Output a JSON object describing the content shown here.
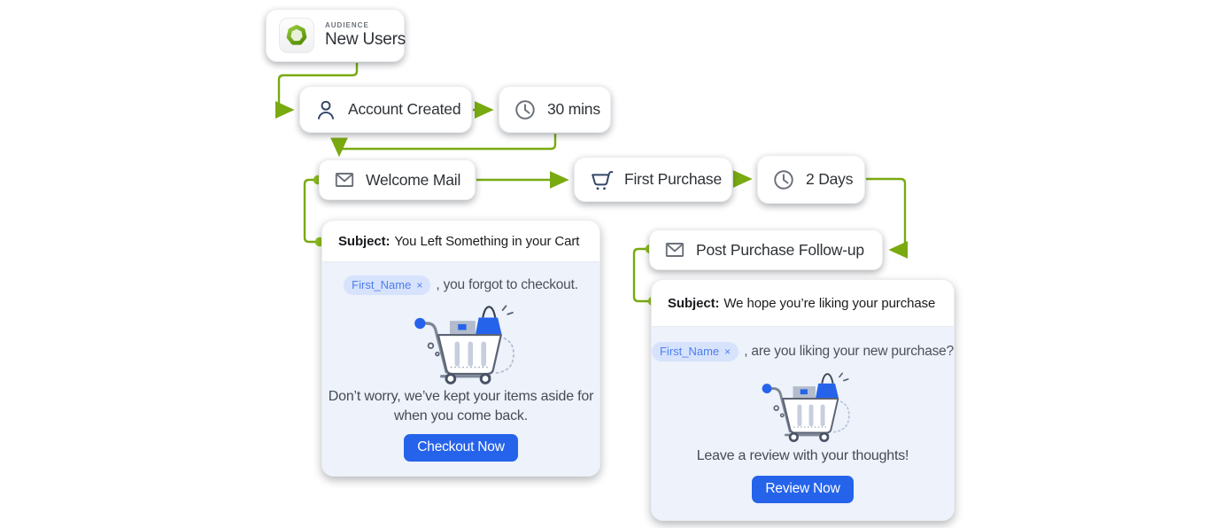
{
  "colors": {
    "connector_green": "#79aa10",
    "connector_dot_green": "#8dbe1f",
    "accent_blue": "#2563eb",
    "chip_bg": "#d7e2fc",
    "chip_text": "#4d7ff0",
    "card_body_bg": "#edf2fb",
    "icon_navy": "#334566",
    "icon_gray": "#6b7079",
    "audience_green": "#6fa312"
  },
  "nodes": {
    "audience": {
      "type_label": "AUDIENCE",
      "title": "New Users",
      "icon": "audience-heptagon-icon"
    },
    "account_created": {
      "label": "Account Created",
      "icon": "user-icon"
    },
    "wait_30": {
      "label": "30 mins",
      "icon": "clock-icon"
    },
    "welcome_mail": {
      "label": "Welcome Mail",
      "icon": "envelope-icon"
    },
    "first_purchase": {
      "label": "First Purchase",
      "icon": "cart-icon"
    },
    "wait_2d": {
      "label": "2 Days",
      "icon": "clock-icon"
    },
    "post_purchase": {
      "label": "Post Purchase Follow-up",
      "icon": "envelope-icon"
    }
  },
  "emails": {
    "cart_abandon": {
      "subject_label": "Subject:",
      "subject": "You Left Something in your Cart",
      "merge_tag": "First_Name",
      "merge_tag_remove": "×",
      "greeting_rest": ", you forgot to checkout.",
      "body": "Don’t worry, we’ve kept your items aside for when you come back.",
      "cta": "Checkout Now"
    },
    "post_purchase": {
      "subject_label": "Subject:",
      "subject": "We hope you’re liking your purchase",
      "merge_tag": "First_Name",
      "merge_tag_remove": "×",
      "greeting_rest": ", are you liking your new purchase?",
      "body": "Leave a review with your thoughts!",
      "cta": "Review Now"
    }
  }
}
